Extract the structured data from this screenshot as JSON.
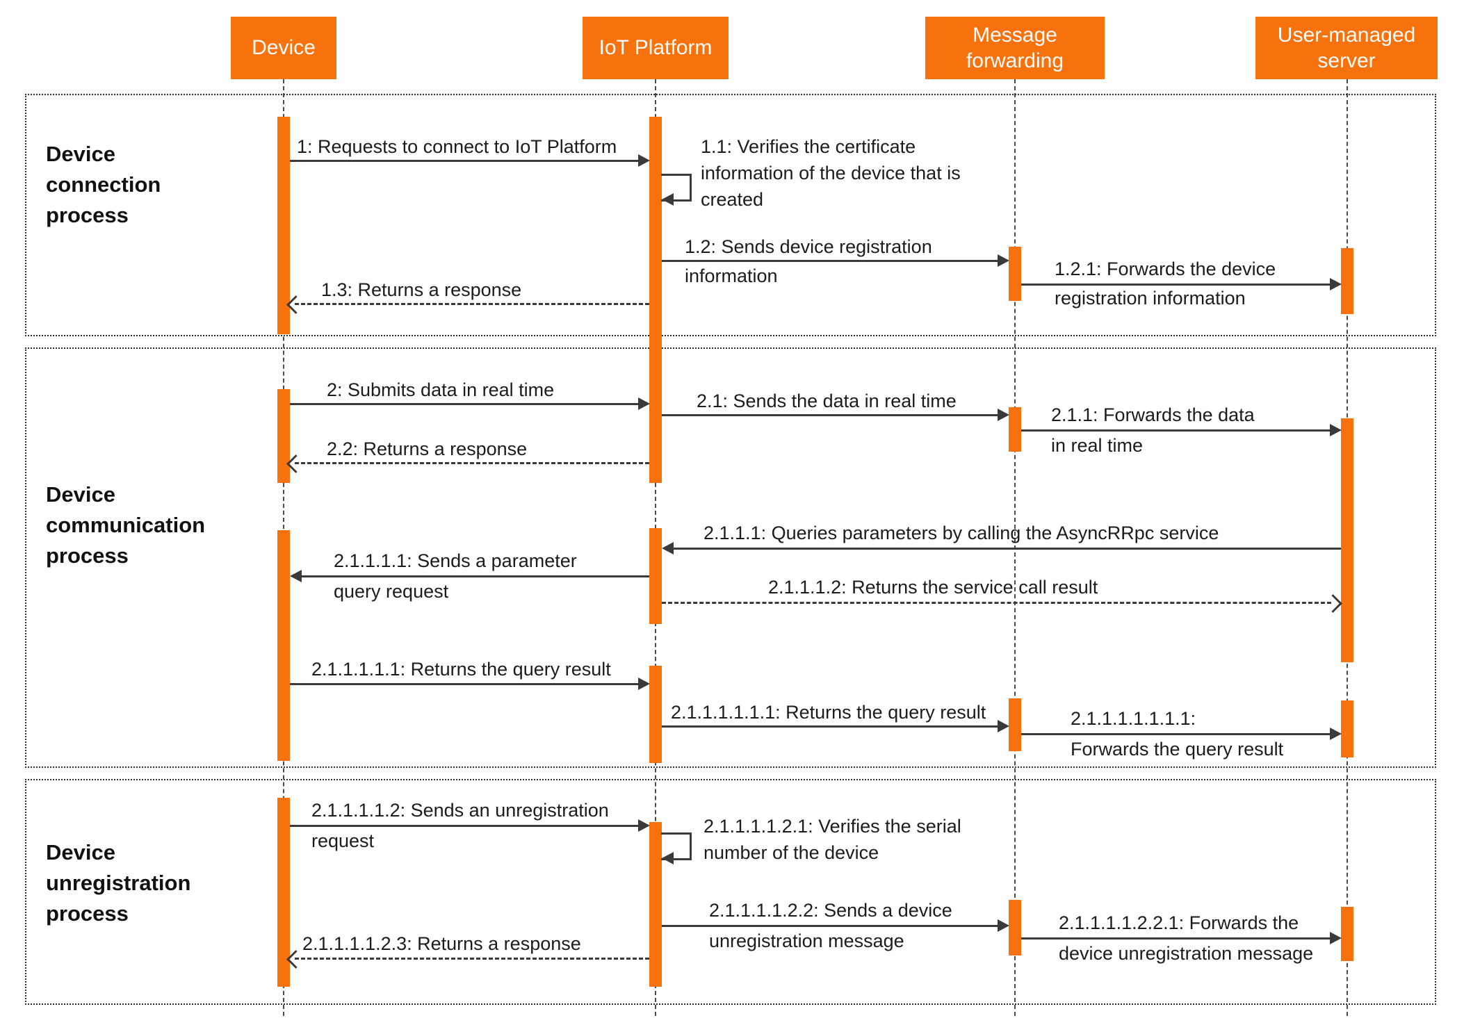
{
  "colors": {
    "accent_orange": "#F7720D",
    "arrow_gray": "#3A3A3A",
    "text_black": "#1C1C1C"
  },
  "actors": [
    {
      "id": "device",
      "label": "Device"
    },
    {
      "id": "iot-platform",
      "label": "IoT Platform"
    },
    {
      "id": "message-forwarding",
      "label": "Message forwarding"
    },
    {
      "id": "user-managed-server",
      "label": "User-managed server"
    }
  ],
  "phases": [
    {
      "label": "Device connection process"
    },
    {
      "label": "Device communication process"
    },
    {
      "label": "Device unregistration process"
    }
  ],
  "messages": [
    {
      "id": "1",
      "style": "solid",
      "from": "Device",
      "to": "IoT Platform",
      "lines": [
        "1: Requests to connect to IoT Platform"
      ]
    },
    {
      "id": "1.1",
      "style": "self",
      "from": "IoT Platform",
      "to": "IoT Platform",
      "lines": [
        "1.1: Verifies the certificate",
        "information of the device that is",
        "created"
      ]
    },
    {
      "id": "1.2",
      "style": "solid",
      "from": "IoT Platform",
      "to": "Message forwarding",
      "lines": [
        "1.2: Sends device registration",
        "information"
      ]
    },
    {
      "id": "1.2.1",
      "style": "solid",
      "from": "Message forwarding",
      "to": "User-managed server",
      "lines": [
        "1.2.1: Forwards the device",
        "registration information"
      ]
    },
    {
      "id": "1.3",
      "style": "dashed",
      "from": "IoT Platform",
      "to": "Device",
      "lines": [
        "1.3: Returns a response"
      ]
    },
    {
      "id": "2",
      "style": "solid",
      "from": "Device",
      "to": "IoT Platform",
      "lines": [
        "2: Submits data in real time"
      ]
    },
    {
      "id": "2.1",
      "style": "solid",
      "from": "IoT Platform",
      "to": "Message forwarding",
      "lines": [
        "2.1: Sends the data in real time"
      ]
    },
    {
      "id": "2.1.1",
      "style": "solid",
      "from": "Message forwarding",
      "to": "User-managed server",
      "lines": [
        "2.1.1: Forwards the data",
        "in real time"
      ]
    },
    {
      "id": "2.2",
      "style": "dashed",
      "from": "IoT Platform",
      "to": "Device",
      "lines": [
        "2.2: Returns a response"
      ]
    },
    {
      "id": "2.1.1.1",
      "style": "solid",
      "from": "User-managed server",
      "to": "IoT Platform",
      "lines": [
        "2.1.1.1: Queries parameters by calling the AsyncRRpc service"
      ]
    },
    {
      "id": "2.1.1.1.1",
      "style": "solid",
      "from": "IoT Platform",
      "to": "Device",
      "lines": [
        "2.1.1.1.1: Sends a parameter",
        "query request"
      ]
    },
    {
      "id": "2.1.1.1.2",
      "style": "dashed",
      "from": "IoT Platform",
      "to": "User-managed server",
      "lines": [
        "2.1.1.1.2: Returns the service call result"
      ]
    },
    {
      "id": "2.1.1.1.1.1",
      "style": "solid",
      "from": "Device",
      "to": "IoT Platform",
      "lines": [
        "2.1.1.1.1.1: Returns the query result"
      ]
    },
    {
      "id": "2.1.1.1.1.1.1",
      "style": "solid",
      "from": "IoT Platform",
      "to": "Message forwarding",
      "lines": [
        "2.1.1.1.1.1.1: Returns the query result"
      ]
    },
    {
      "id": "2.1.1.1.1.1.1.1",
      "style": "solid",
      "from": "Message forwarding",
      "to": "User-managed server",
      "lines": [
        "2.1.1.1.1.1.1.1:",
        "Forwards the query result"
      ]
    },
    {
      "id": "2.1.1.1.1.2",
      "style": "solid",
      "from": "Device",
      "to": "IoT Platform",
      "lines": [
        "2.1.1.1.1.2: Sends an unregistration",
        "request"
      ]
    },
    {
      "id": "2.1.1.1.1.2.1",
      "style": "self",
      "from": "IoT Platform",
      "to": "IoT Platform",
      "lines": [
        "2.1.1.1.1.2.1: Verifies the serial",
        "number of the device"
      ]
    },
    {
      "id": "2.1.1.1.1.2.2",
      "style": "solid",
      "from": "IoT Platform",
      "to": "Message forwarding",
      "lines": [
        "2.1.1.1.1.2.2: Sends a device",
        "unregistration message"
      ]
    },
    {
      "id": "2.1.1.1.1.2.2.1",
      "style": "solid",
      "from": "Message forwarding",
      "to": "User-managed server",
      "lines": [
        "2.1.1.1.1.2.2.1: Forwards the",
        "device unregistration message"
      ]
    },
    {
      "id": "2.1.1.1.1.2.3",
      "style": "dashed",
      "from": "IoT Platform",
      "to": "Device",
      "lines": [
        "2.1.1.1.1.2.3: Returns a response"
      ]
    }
  ]
}
